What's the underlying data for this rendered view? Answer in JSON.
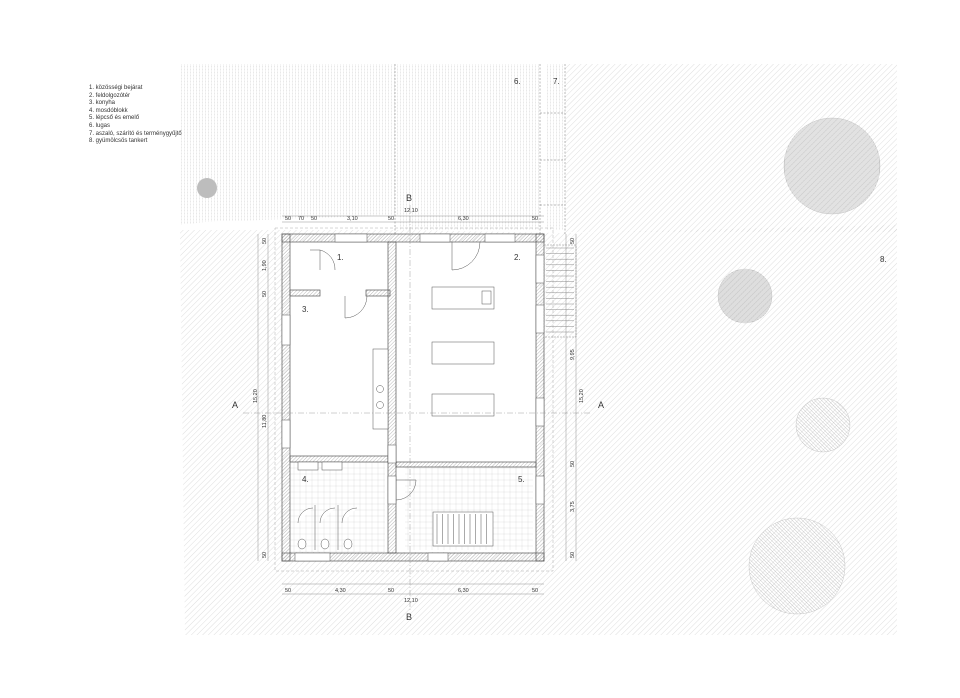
{
  "legend": [
    "1. közösségi bejárat",
    "2. feldolgozótér",
    "3. konyha",
    "4. mosdóblokk",
    "5. lépcső és emelő",
    "6. lugas",
    "7. aszaló, szárító és terménygyűjtő",
    "8. gyümölcsös tankert"
  ],
  "room_labels": {
    "r1": "1.",
    "r2": "2.",
    "r3": "3.",
    "r4": "4.",
    "r5": "5.",
    "r6": "6.",
    "r7": "7.",
    "r8": "8."
  },
  "section_markers": {
    "a_left": "A",
    "a_right": "A",
    "b_top": "B",
    "b_bottom": "B"
  },
  "dimensions": {
    "top_total": "12,10",
    "top_segments": [
      "50",
      "70",
      "50",
      "3,10",
      "50",
      "6,30",
      "50"
    ],
    "bottom_total": "12,10",
    "bottom_segments": [
      "50",
      "4,30",
      "50",
      "6,30",
      "50"
    ],
    "left_total": "15,20",
    "left_segments": [
      "50",
      "1,90",
      "50",
      "11,80",
      "50"
    ],
    "right_total": "15,20",
    "right_segments": [
      "50",
      "9,95",
      "50",
      "3,75",
      "50"
    ]
  }
}
